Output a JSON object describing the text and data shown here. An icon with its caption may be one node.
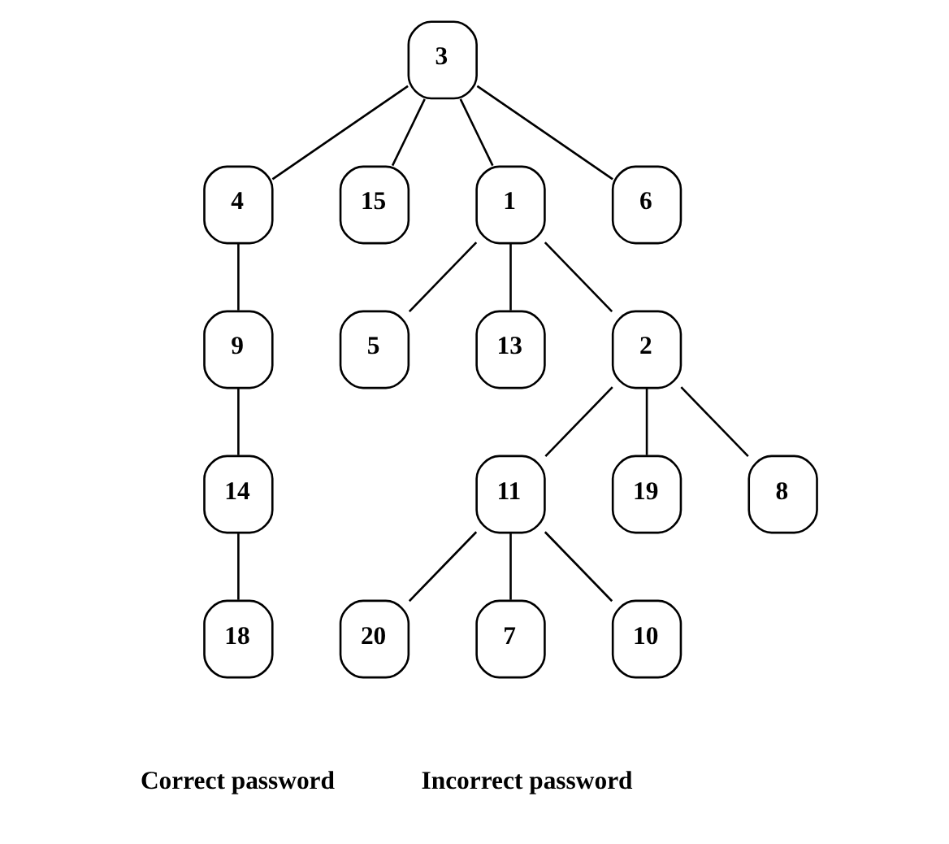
{
  "diagram": {
    "nodes": [
      {
        "text": [
          "3"
        ]
      },
      {
        "text": [
          "4"
        ]
      },
      {
        "text": [
          "15"
        ]
      },
      {
        "text": [
          "1"
        ]
      },
      {
        "text": [
          "6"
        ]
      },
      {
        "text": [
          "9"
        ]
      },
      {
        "text": [
          "5"
        ]
      },
      {
        "text": [
          "13"
        ]
      },
      {
        "text": [
          "2"
        ]
      },
      {
        "text": [
          "14"
        ]
      },
      {
        "text": [
          "11"
        ]
      },
      {
        "text": [
          "19"
        ]
      },
      {
        "text": [
          "8"
        ]
      },
      {
        "text": [
          "18"
        ]
      },
      {
        "text": [
          "20"
        ]
      },
      {
        "text": [
          "7"
        ]
      },
      {
        "text": [
          "10"
        ]
      }
    ],
    "edges": [
      {
        "from": 0,
        "to": 1,
        "arrow": "none"
      },
      {
        "from": 0,
        "to": 2,
        "arrow": "none"
      },
      {
        "from": 0,
        "to": 3,
        "arrow": "none"
      },
      {
        "from": 0,
        "to": 4,
        "arrow": "none"
      },
      {
        "from": 1,
        "to": 5,
        "arrow": "none"
      },
      {
        "from": 3,
        "to": 6,
        "arrow": "none"
      },
      {
        "from": 3,
        "to": 7,
        "arrow": "none"
      },
      {
        "from": 3,
        "to": 8,
        "arrow": "none"
      },
      {
        "from": 5,
        "to": 9,
        "arrow": "none"
      },
      {
        "from": 8,
        "to": 10,
        "arrow": "none"
      },
      {
        "from": 8,
        "to": 11,
        "arrow": "none"
      },
      {
        "from": 8,
        "to": 12,
        "arrow": "none"
      },
      {
        "from": 9,
        "to": 13,
        "arrow": "none"
      },
      {
        "from": 10,
        "to": 14,
        "arrow": "none"
      },
      {
        "from": 10,
        "to": 15,
        "arrow": "none"
      },
      {
        "from": 10,
        "to": 16,
        "arrow": "none"
      }
    ],
    "labels": [
      "Correct password",
      "Incorrect password"
    ]
  }
}
